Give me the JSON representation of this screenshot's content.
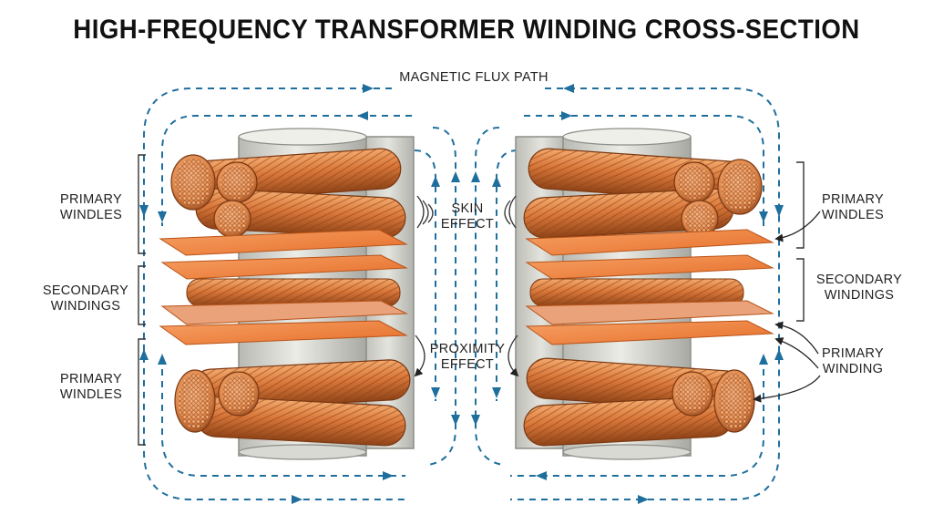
{
  "title": "HIGH-FREQUENCY TRANSFORMER WINDING CROSS-SECTION",
  "flux_label": "MAGNETIC FLUX PATH",
  "skin_effect": [
    "SKIN",
    "EFFECT"
  ],
  "proximity_effect": [
    "PROXIMITY",
    "EFFECT"
  ],
  "left_labels": {
    "primary_top": [
      "PRIMARY",
      "WINDLES"
    ],
    "secondary": [
      "SECONDARY",
      "WINDINGS"
    ],
    "primary_bottom": [
      "PRIMARY",
      "WINDLES"
    ]
  },
  "right_labels": {
    "primary_top": [
      "PRIMARY",
      "WINDLES"
    ],
    "secondary": [
      "SECONDARY",
      "WINDINGS"
    ],
    "primary_winding": [
      "PRIMARY",
      "WINDING"
    ]
  },
  "colors": {
    "copper": "#d9773a",
    "copper_dark": "#9a4a1c",
    "copper_light": "#f0a56a",
    "foil": "#f28a3c",
    "core": "#d7d7d1",
    "flux": "#1f6f9e"
  }
}
